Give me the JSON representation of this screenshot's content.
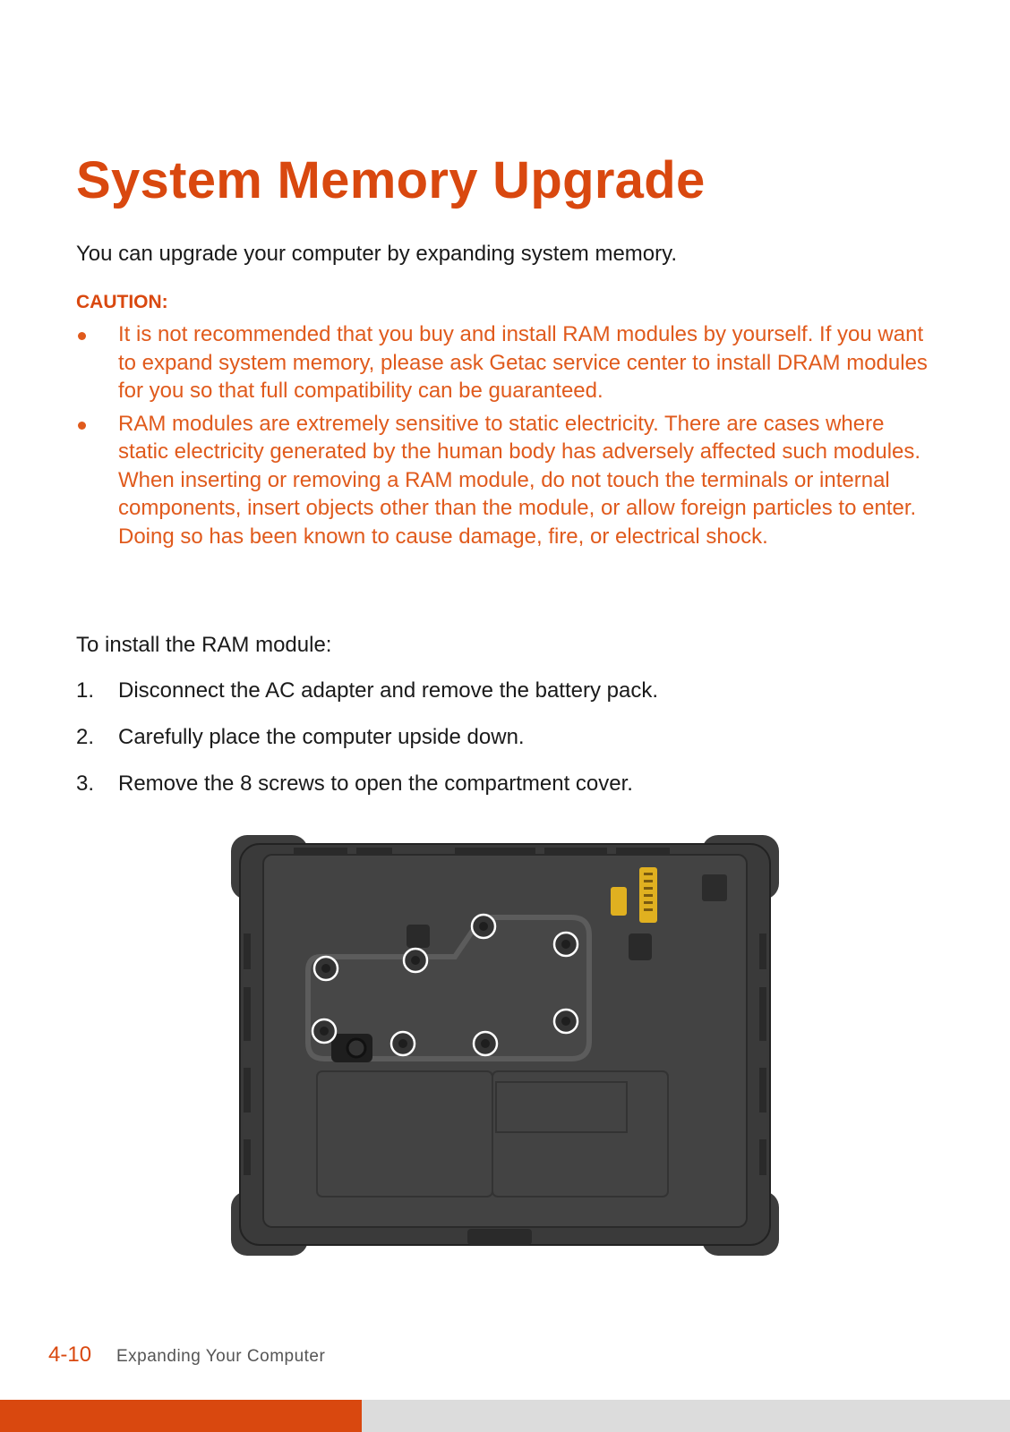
{
  "title": "System Memory Upgrade",
  "intro": "You can upgrade your computer by expanding system memory.",
  "caution": {
    "label": "CAUTION:",
    "items": [
      "It is not recommended that you buy and install RAM modules by yourself. If you want to expand system memory, please ask Getac service center to install DRAM modules for you so that full compatibility can be guaranteed.",
      "RAM modules are extremely sensitive to static electricity. There are cases where static electricity generated by the human body has adversely affected such modules. When inserting or removing a RAM module, do not touch the terminals or internal components, insert objects other than the module, or allow foreign particles to enter. Doing so has been known to cause damage, fire, or electrical shock."
    ]
  },
  "steps_intro": "To install the RAM module:",
  "steps": [
    {
      "num": "1.",
      "text": "Disconnect the AC adapter and remove the battery pack."
    },
    {
      "num": "2.",
      "text": "Carefully place the computer upside down."
    },
    {
      "num": "3.",
      "text": "Remove the 8 screws to open the compartment cover."
    }
  ],
  "footer": {
    "page_number": "4-10",
    "chapter": "Expanding Your Computer"
  },
  "colors": {
    "accent": "#d9480f",
    "caution_text": "#e05a1c",
    "device_body": "#3a3a3a",
    "connector": "#e0b020"
  }
}
